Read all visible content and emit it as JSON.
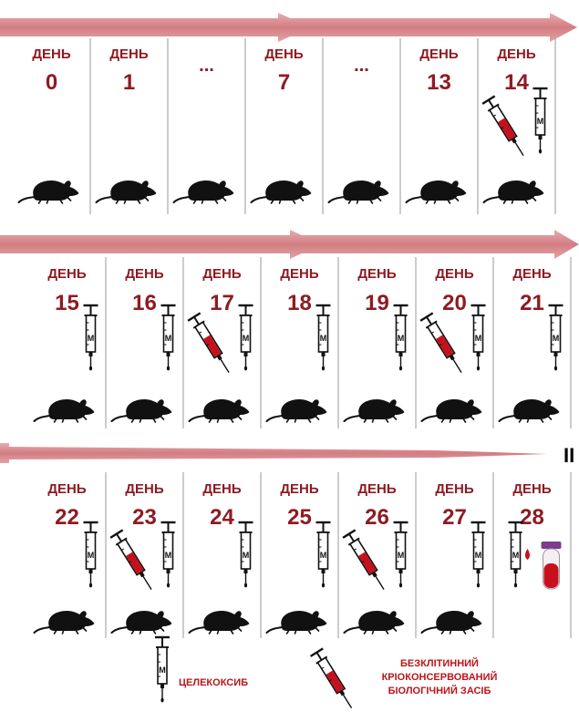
{
  "day_word": "ДЕНЬ",
  "colors": {
    "label": "#8e1b22",
    "arrow": "#d98a8e",
    "legend_text": "#b8161c",
    "blood": "#c8101c",
    "mouse": "#111111",
    "divider": "#9a9a9a"
  },
  "rows": [
    {
      "cells": [
        {
          "label": "0",
          "mouse": true,
          "m_syringe": false,
          "red_syringe": false
        },
        {
          "label": "1",
          "mouse": true,
          "m_syringe": false,
          "red_syringe": false
        },
        {
          "label": "...",
          "mouse": true,
          "m_syringe": false,
          "red_syringe": false,
          "ellipsis": true
        },
        {
          "label": "7",
          "mouse": true,
          "m_syringe": false,
          "red_syringe": false
        },
        {
          "label": "...",
          "mouse": true,
          "m_syringe": false,
          "red_syringe": false,
          "ellipsis": true
        },
        {
          "label": "13",
          "mouse": true,
          "m_syringe": false,
          "red_syringe": false
        },
        {
          "label": "14",
          "mouse": true,
          "m_syringe": true,
          "red_syringe": true
        }
      ]
    },
    {
      "cells": [
        {
          "label": "15",
          "mouse": true,
          "m_syringe": true,
          "red_syringe": false
        },
        {
          "label": "16",
          "mouse": true,
          "m_syringe": true,
          "red_syringe": false
        },
        {
          "label": "17",
          "mouse": true,
          "m_syringe": true,
          "red_syringe": true
        },
        {
          "label": "18",
          "mouse": true,
          "m_syringe": true,
          "red_syringe": false
        },
        {
          "label": "19",
          "mouse": true,
          "m_syringe": true,
          "red_syringe": false
        },
        {
          "label": "20",
          "mouse": true,
          "m_syringe": true,
          "red_syringe": true
        },
        {
          "label": "21",
          "mouse": true,
          "m_syringe": true,
          "red_syringe": false
        }
      ]
    },
    {
      "cells": [
        {
          "label": "22",
          "mouse": true,
          "m_syringe": true,
          "red_syringe": false
        },
        {
          "label": "23",
          "mouse": true,
          "m_syringe": true,
          "red_syringe": true
        },
        {
          "label": "24",
          "mouse": true,
          "m_syringe": true,
          "red_syringe": false
        },
        {
          "label": "25",
          "mouse": true,
          "m_syringe": true,
          "red_syringe": false
        },
        {
          "label": "26",
          "mouse": true,
          "m_syringe": true,
          "red_syringe": true
        },
        {
          "label": "27",
          "mouse": true,
          "m_syringe": true,
          "red_syringe": false
        },
        {
          "label": "28",
          "mouse": false,
          "m_syringe": true,
          "red_syringe": false,
          "blood_tube": true
        }
      ]
    }
  ],
  "edge_fragment": "II",
  "syringe_letter": "M",
  "legend": {
    "m_syringe_label": "ЦЕЛЕКОКСИБ",
    "red_syringe_label_lines": [
      "БЕЗКЛІТИННИЙ",
      "КРІОКОНСЕРВОВАНИЙ",
      "БІОЛОГІЧНИЙ  ЗАСІБ"
    ]
  }
}
